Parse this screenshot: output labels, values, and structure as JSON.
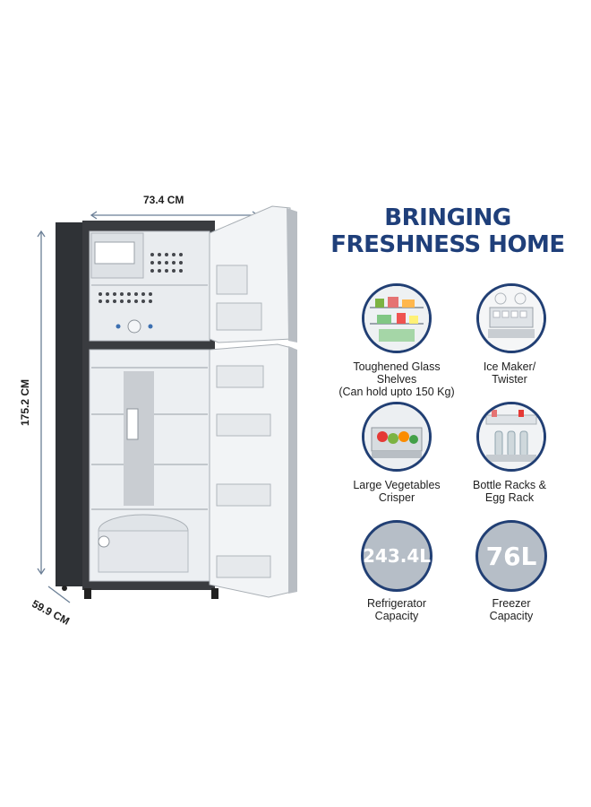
{
  "dimensions": {
    "width": "73.4 CM",
    "height": "175.2 CM",
    "depth": "59.9 CM"
  },
  "headline": {
    "line1": "BRINGING",
    "line2": "FRESHNESS HOME"
  },
  "features": [
    {
      "line1": "Toughened Glass Shelves",
      "line2": "(Can hold upto 150 Kg)"
    },
    {
      "line1": "Ice Maker/",
      "line2": "Twister"
    },
    {
      "line1": "Large Vegetables",
      "line2": "Crisper"
    },
    {
      "line1": "Bottle Racks &",
      "line2": "Egg Rack"
    }
  ],
  "capacities": [
    {
      "value": "243.4L",
      "line1": "Refrigerator",
      "line2": "Capacity"
    },
    {
      "value": "76L",
      "line1": "Freezer",
      "line2": "Capacity"
    }
  ],
  "colors": {
    "brand_navy": "#1f3f7a",
    "circle_border": "#213f74",
    "capacity_fill": "#b6bec7",
    "fridge_body": "#3a3c40"
  }
}
